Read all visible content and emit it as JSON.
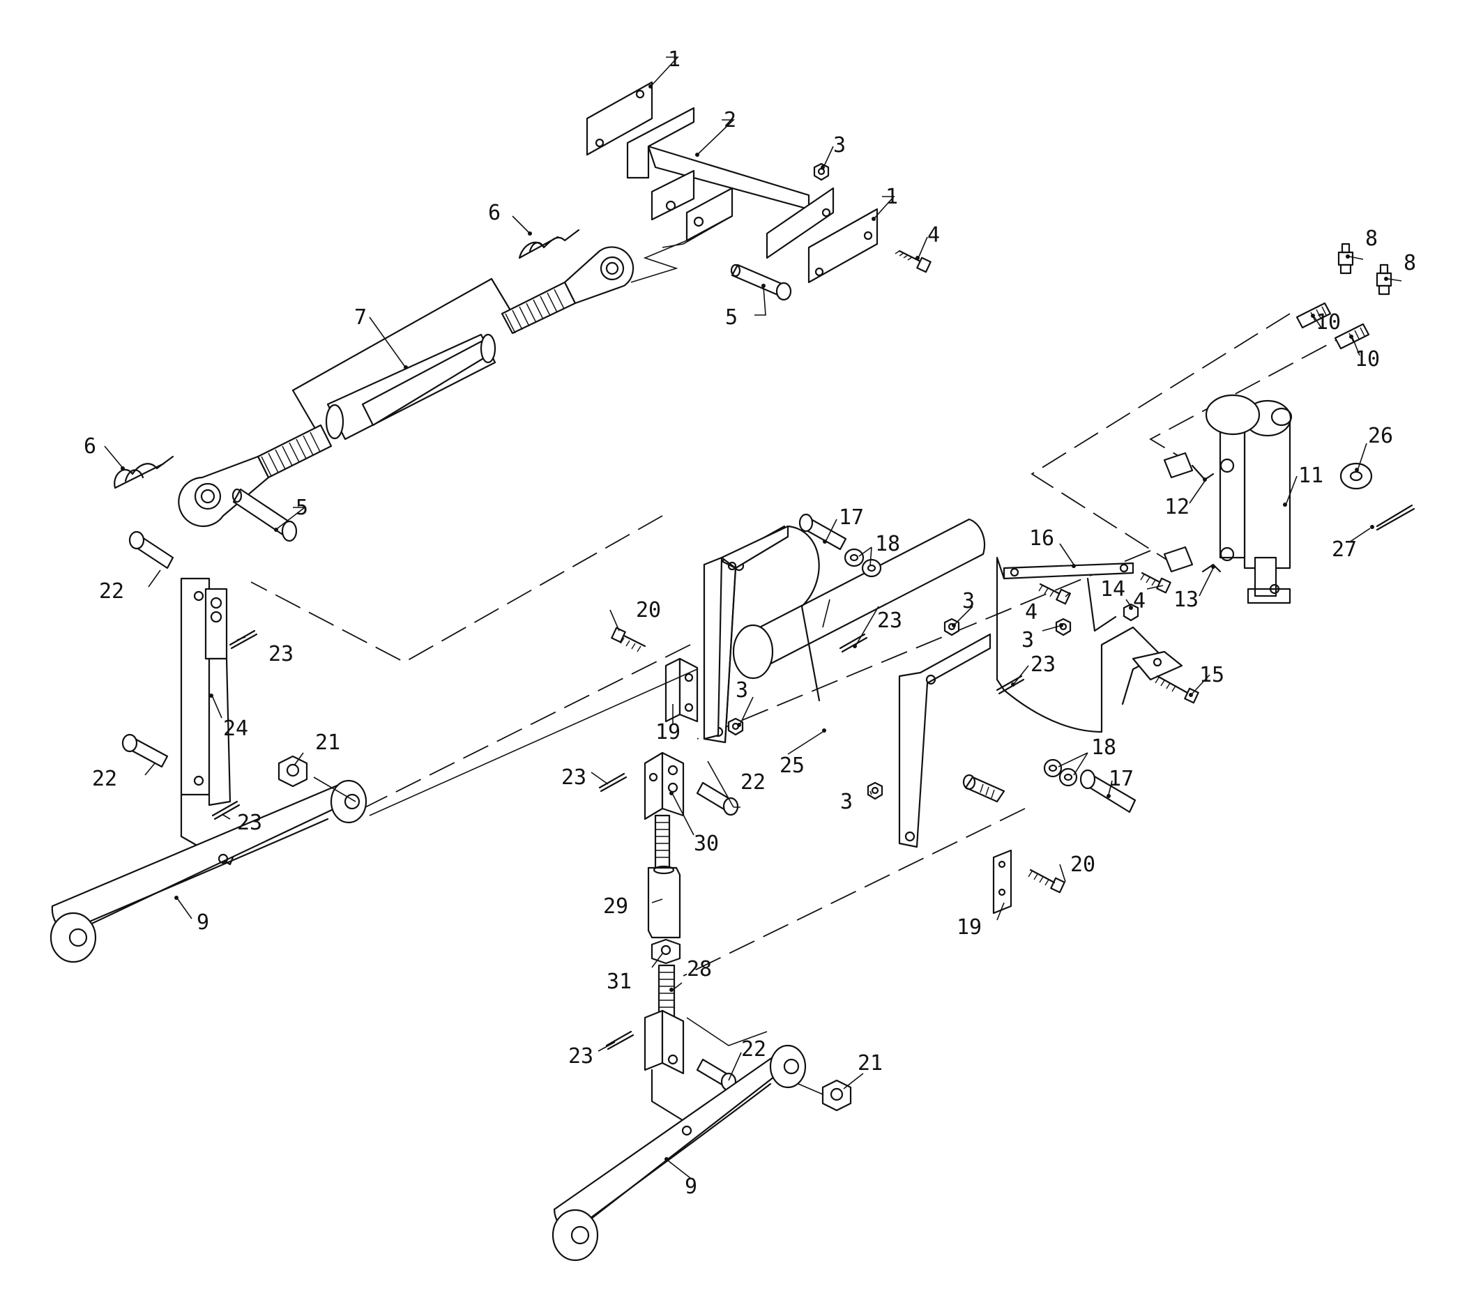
{
  "callouts": [
    {
      "id": "c1a",
      "text": "1"
    },
    {
      "id": "c1b",
      "text": "1"
    },
    {
      "id": "c2",
      "text": "2"
    },
    {
      "id": "c3a",
      "text": "3"
    },
    {
      "id": "c3b",
      "text": "3"
    },
    {
      "id": "c3c",
      "text": "3"
    },
    {
      "id": "c3d",
      "text": "3"
    },
    {
      "id": "c3e",
      "text": "3"
    },
    {
      "id": "c4a",
      "text": "4"
    },
    {
      "id": "c4b",
      "text": "4"
    },
    {
      "id": "c4c",
      "text": "4"
    },
    {
      "id": "c5a",
      "text": "5"
    },
    {
      "id": "c5b",
      "text": "5"
    },
    {
      "id": "c6a",
      "text": "6"
    },
    {
      "id": "c6b",
      "text": "6"
    },
    {
      "id": "c7",
      "text": "7"
    },
    {
      "id": "c8a",
      "text": "8"
    },
    {
      "id": "c8b",
      "text": "8"
    },
    {
      "id": "c9a",
      "text": "9"
    },
    {
      "id": "c9b",
      "text": "9"
    },
    {
      "id": "c10a",
      "text": "10"
    },
    {
      "id": "c10b",
      "text": "10"
    },
    {
      "id": "c11",
      "text": "11"
    },
    {
      "id": "c12",
      "text": "12"
    },
    {
      "id": "c13",
      "text": "13"
    },
    {
      "id": "c14",
      "text": "14"
    },
    {
      "id": "c15",
      "text": "15"
    },
    {
      "id": "c16",
      "text": "16"
    },
    {
      "id": "c17a",
      "text": "17"
    },
    {
      "id": "c17b",
      "text": "17"
    },
    {
      "id": "c18a",
      "text": "18"
    },
    {
      "id": "c18b",
      "text": "18"
    },
    {
      "id": "c19a",
      "text": "19"
    },
    {
      "id": "c19b",
      "text": "19"
    },
    {
      "id": "c20a",
      "text": "20"
    },
    {
      "id": "c20b",
      "text": "20"
    },
    {
      "id": "c21a",
      "text": "21"
    },
    {
      "id": "c21b",
      "text": "21"
    },
    {
      "id": "c22a",
      "text": "22"
    },
    {
      "id": "c22b",
      "text": "22"
    },
    {
      "id": "c22c",
      "text": "22"
    },
    {
      "id": "c22d",
      "text": "22"
    },
    {
      "id": "c23a",
      "text": "23"
    },
    {
      "id": "c23b",
      "text": "23"
    },
    {
      "id": "c23c",
      "text": "23"
    },
    {
      "id": "c23d",
      "text": "23"
    },
    {
      "id": "c23e",
      "text": "23"
    },
    {
      "id": "c23f",
      "text": "23"
    },
    {
      "id": "c24",
      "text": "24"
    },
    {
      "id": "c25",
      "text": "25"
    },
    {
      "id": "c26",
      "text": "26"
    },
    {
      "id": "c27",
      "text": "27"
    },
    {
      "id": "c28",
      "text": "28"
    },
    {
      "id": "c29",
      "text": "29"
    },
    {
      "id": "c30",
      "text": "30"
    },
    {
      "id": "c31",
      "text": "31"
    }
  ]
}
